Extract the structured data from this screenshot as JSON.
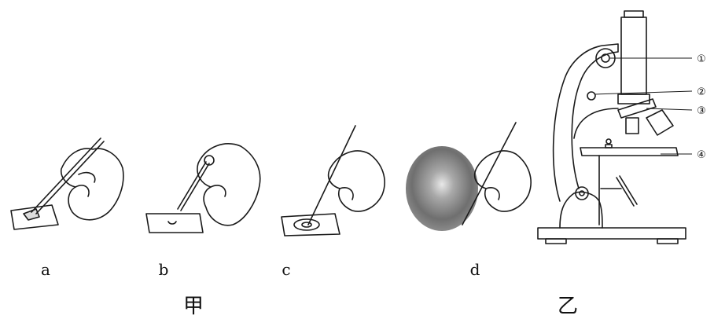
{
  "figure": {
    "group_jia": {
      "caption": "甲",
      "steps": [
        {
          "label": "a"
        },
        {
          "label": "b"
        },
        {
          "label": "c"
        },
        {
          "label": "d"
        }
      ]
    },
    "group_yi": {
      "caption": "乙",
      "callouts": [
        "①",
        "②",
        "③",
        "④"
      ]
    }
  }
}
